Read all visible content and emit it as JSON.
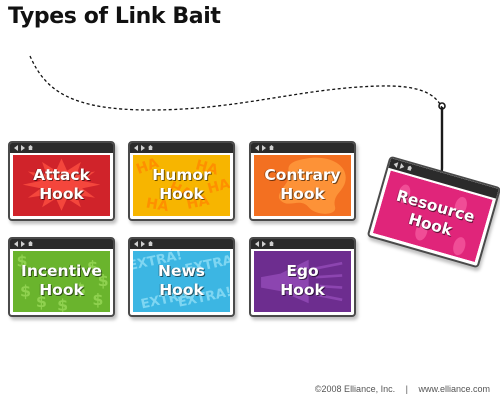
{
  "title": "Types of Link Bait",
  "hooks": [
    {
      "line1": "Attack",
      "line2": "Hook",
      "color": "#d0232a",
      "accent": "#f4463c",
      "motif": "burst"
    },
    {
      "line1": "Humor",
      "line2": "Hook",
      "color": "#f7b500",
      "accent": "#ff8a00",
      "motif": "ha"
    },
    {
      "line1": "Contrary",
      "line2": "Hook",
      "color": "#f37021",
      "accent": "#ff9b3d",
      "motif": "blob"
    },
    {
      "line1": "Incentive",
      "line2": "Hook",
      "color": "#6ab42d",
      "accent": "#8fd14f",
      "motif": "dollar"
    },
    {
      "line1": "News",
      "line2": "Hook",
      "color": "#3cb6e3",
      "accent": "#7fd6f2",
      "motif": "extra"
    },
    {
      "line1": "Ego",
      "line2": "Hook",
      "color": "#6d2d8f",
      "accent": "#8c45b0",
      "motif": "megaphone"
    }
  ],
  "resource_hook": {
    "line1": "Resource",
    "line2": "Hook",
    "color": "#e0257a",
    "accent": "#f04d96"
  },
  "decor_text": {
    "ha": "HA",
    "dollar": "$",
    "extra": "EXTRA!"
  },
  "footer": {
    "copyright": "©2008 Elliance, Inc.",
    "separator": "|",
    "url": "www.elliance.com"
  }
}
